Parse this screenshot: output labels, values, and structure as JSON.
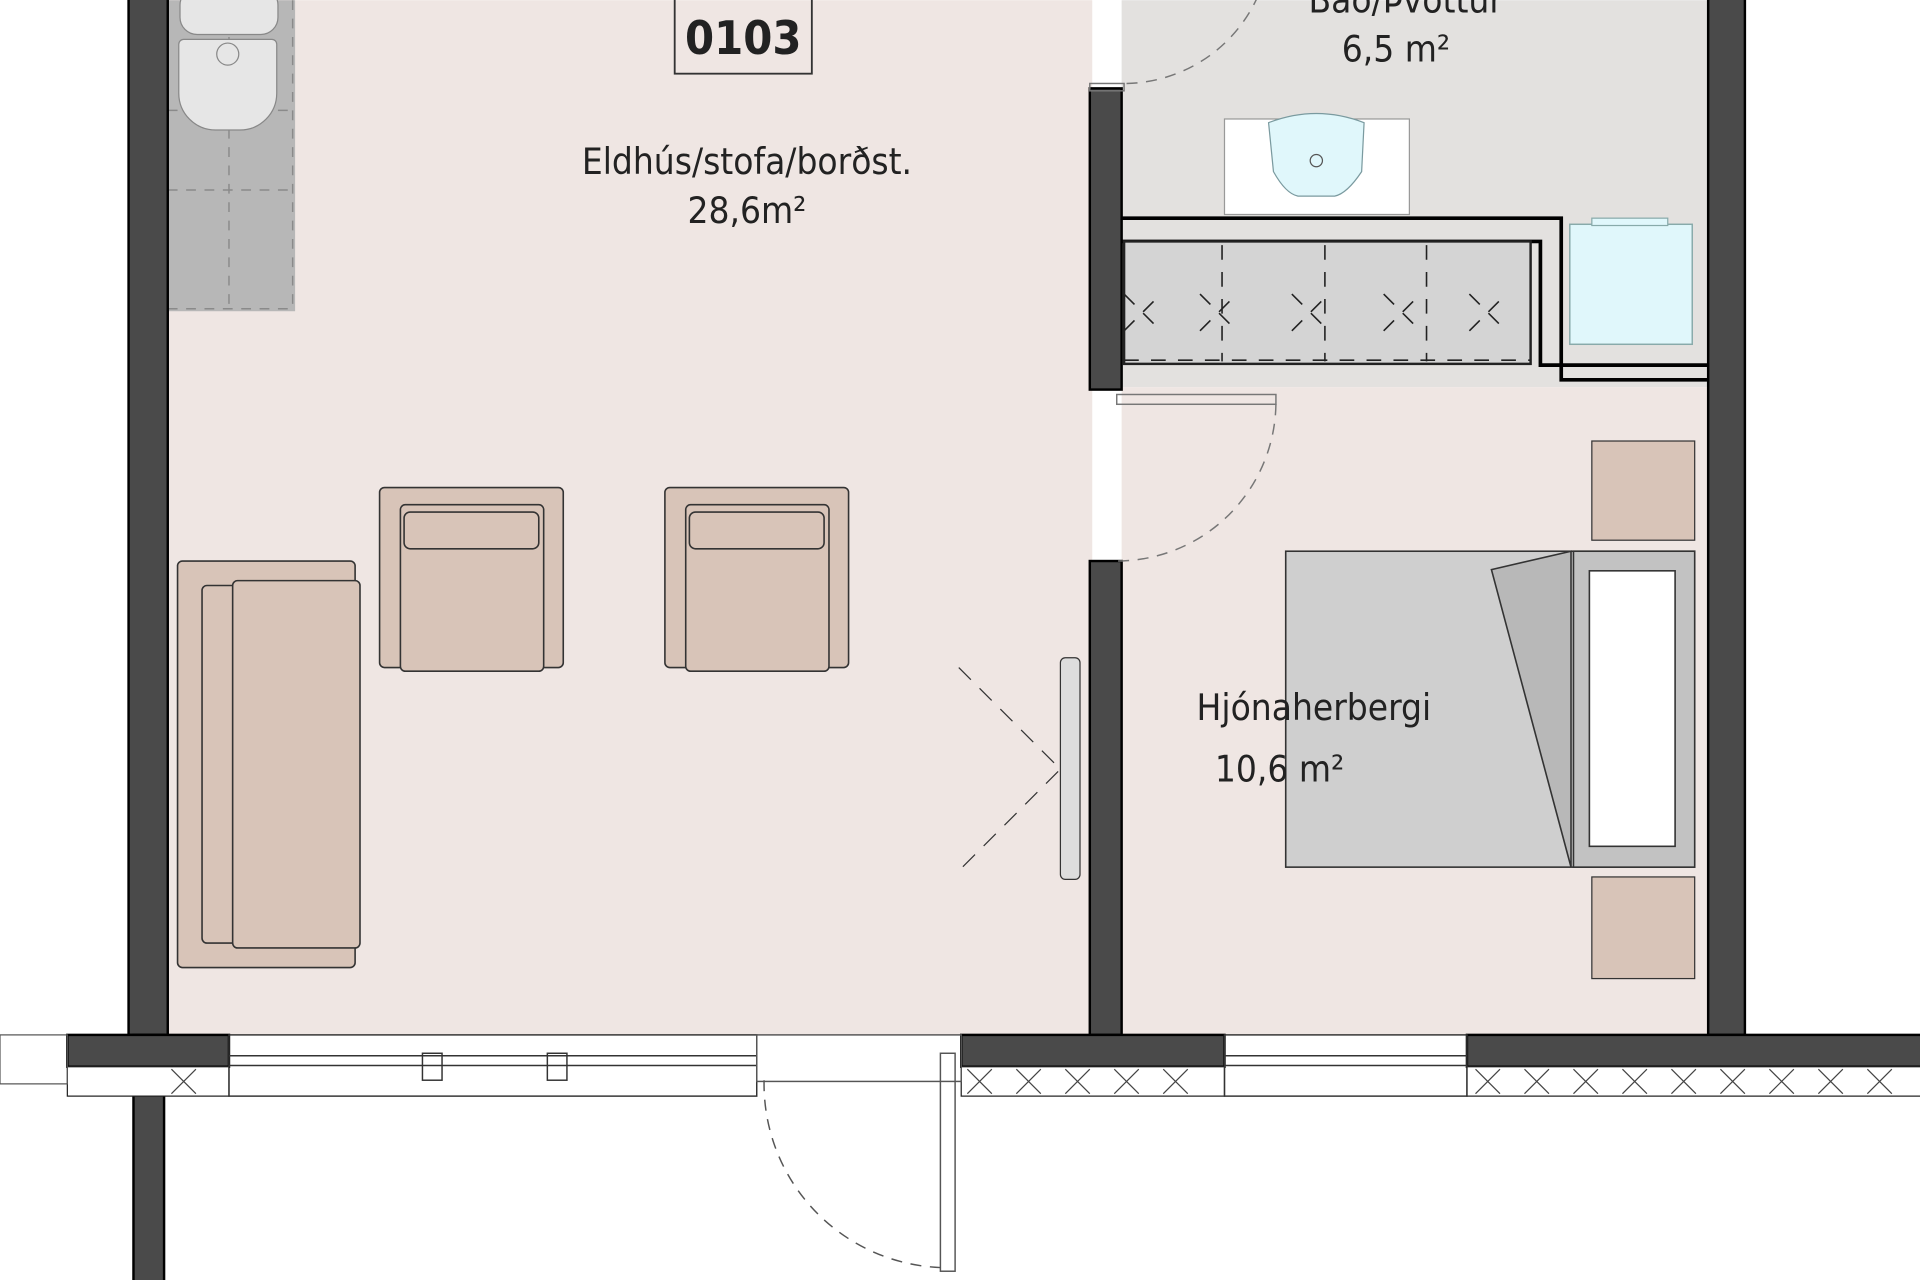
{
  "unit": {
    "number": "0103"
  },
  "rooms": [
    {
      "name": "Eldhús/stofa/borðst.",
      "area": "28,6m²"
    },
    {
      "name": "Bað/Þvottur",
      "area": "6,5 m²"
    },
    {
      "name": "Hjónaherbergi",
      "area": "10,6 m²"
    }
  ],
  "colors": {
    "living_floor": "#efe6e3",
    "bath_floor": "#e3e1df",
    "wall": "#4a4a4a",
    "furniture": "#d8c4b8",
    "fixture": "#e0f7fb"
  }
}
